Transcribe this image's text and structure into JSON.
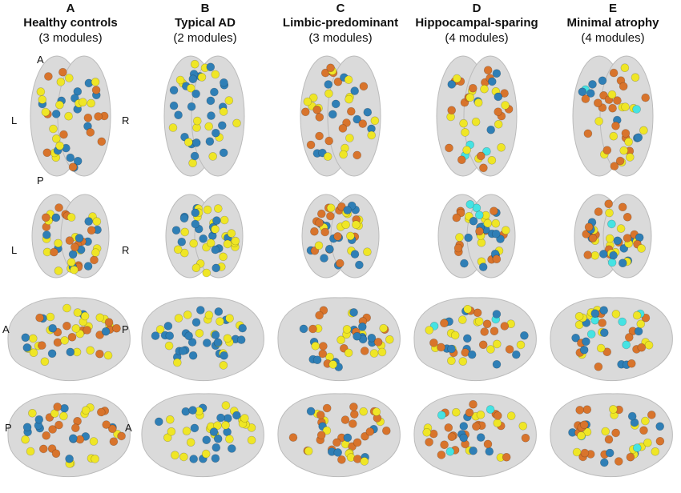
{
  "panels": [
    {
      "letter": "A",
      "title": "Healthy controls",
      "modules": "(3 modules)"
    },
    {
      "letter": "B",
      "title": "Typical AD",
      "modules": "(2 modules)"
    },
    {
      "letter": "C",
      "title": "Limbic-predominant",
      "modules": "(3 modules)"
    },
    {
      "letter": "D",
      "title": "Hippocampal-sparing",
      "modules": "(4 modules)"
    },
    {
      "letter": "E",
      "title": "Minimal atrophy",
      "modules": "(4 modules)"
    }
  ],
  "orientation_labels": {
    "axial": {
      "anterior": "A",
      "left": "L",
      "right": "R",
      "posterior": "P"
    },
    "coronal": {
      "left": "L",
      "right": "R"
    },
    "lateral": {
      "anterior": "A",
      "posterior": "P"
    },
    "medial": {
      "posterior": "P",
      "anterior": "A"
    }
  },
  "module_colors": {
    "orange": "#d8742c",
    "blue": "#2f7fb6",
    "yellow": "#efe626",
    "cyan": "#45e3e3"
  }
}
